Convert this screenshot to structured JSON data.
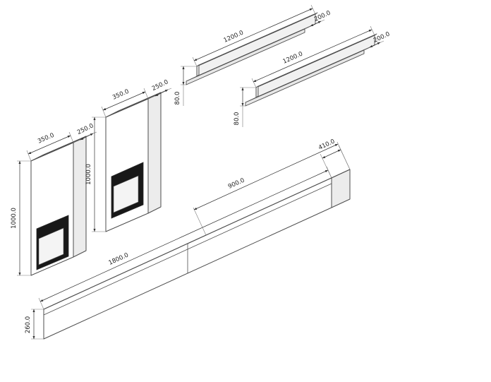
{
  "colors": {
    "background": "#ffffff",
    "line": "#4d4d4d",
    "dimension_text": "#1c1c1c",
    "inset_fill": "#181818",
    "inset_inner": "#f4f4f4"
  },
  "pieces": {
    "cabinet_left": {
      "width": "350.0",
      "depth": "250.0",
      "height": "1000.0"
    },
    "cabinet_right": {
      "width": "350.0",
      "depth": "250.0",
      "height": "1000.0"
    },
    "shelf_upper": {
      "length": "1200.0",
      "depth": "200.0",
      "height": "80.0"
    },
    "shelf_lower": {
      "length": "1200.0",
      "depth": "200.0",
      "height": "80.0"
    },
    "tv_stand": {
      "length": "1800.0",
      "section_length": "900.0",
      "depth": "410.0",
      "height": "260.0"
    }
  }
}
